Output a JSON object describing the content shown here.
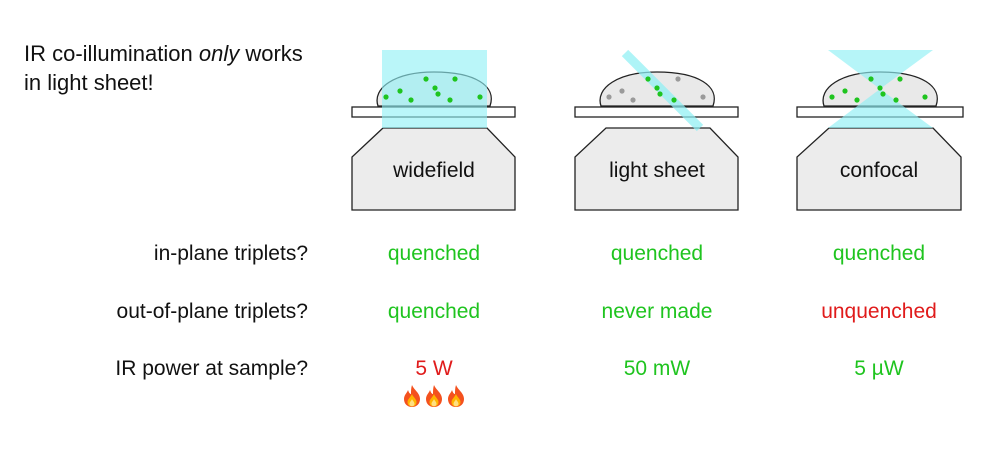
{
  "headline": {
    "prefix": "IR co-illumination ",
    "emphasis": "only",
    "suffix_line1": " works",
    "line2": "in light sheet!"
  },
  "colors": {
    "beam": "#8ff0f5",
    "fluor_on": "#1fc41f",
    "fluor_off": "#9a9a9a",
    "good": "#1fc41f",
    "bad": "#e01b1b",
    "objective_fill": "#ececec",
    "sample_fill": "#e9e9e9"
  },
  "modalities": [
    {
      "name": "widefield",
      "illumination": "widefield-column",
      "molecules_dark_outside_beam": false
    },
    {
      "name": "light sheet",
      "illumination": "oblique-sheet",
      "molecules_dark_outside_beam": true
    },
    {
      "name": "confocal",
      "illumination": "focused-cone",
      "molecules_dark_outside_beam": false
    }
  ],
  "rows": [
    {
      "label": "in-plane triplets?",
      "values": [
        {
          "text": "quenched",
          "status": "good"
        },
        {
          "text": "quenched",
          "status": "good"
        },
        {
          "text": "quenched",
          "status": "good"
        }
      ]
    },
    {
      "label": "out-of-plane triplets?",
      "values": [
        {
          "text": "quenched",
          "status": "good"
        },
        {
          "text": "never made",
          "status": "good"
        },
        {
          "text": "unquenched",
          "status": "bad"
        }
      ]
    },
    {
      "label": "IR power at sample?",
      "values": [
        {
          "text": "5 W",
          "status": "bad"
        },
        {
          "text": "50 mW",
          "status": "good"
        },
        {
          "text": "5 µW",
          "status": "good"
        }
      ]
    }
  ],
  "heat_warning": {
    "icon": "fire-icon",
    "count": 3,
    "under_column": 0
  }
}
